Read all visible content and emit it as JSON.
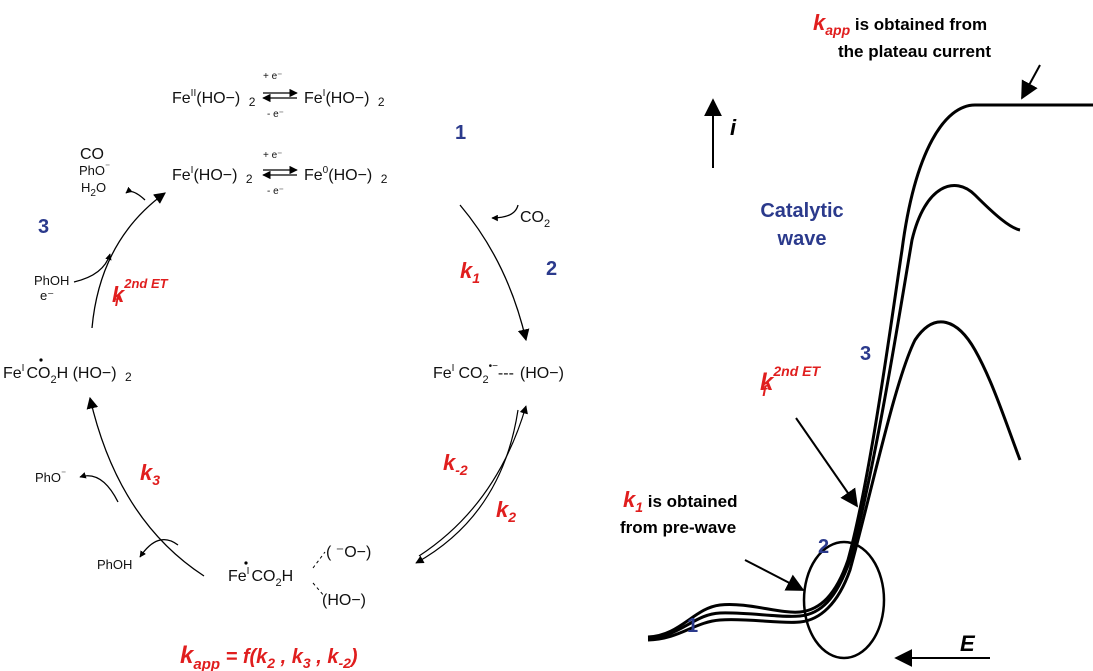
{
  "colors": {
    "label_number": "#2b3a8c",
    "rate_constant": "#e01e1e",
    "ink": "#000000"
  },
  "cycle": {
    "r1_fe2": "Fe",
    "r1_fe2_sup": "II",
    "r1_lig": "(HO−)",
    "r1_sub": "2",
    "r1_top": "+ e⁻",
    "r1_bot": "- e⁻",
    "r1_fe1": "Fe",
    "r1_fe1_sup": "I",
    "r1_lig2": "(HO−)",
    "r1_sub2": "2",
    "r2_fe1": "Fe",
    "r2_fe1_sup": "I",
    "r2_lig": "(HO−)",
    "r2_sub": "2",
    "r2_top": "+ e⁻",
    "r2_bot": "- e⁻",
    "r2_fe0": "Fe",
    "r2_fe0_sup": "0",
    "r2_lig2": "(HO−)",
    "r2_sub2": "2",
    "co2_in": "CO",
    "co2_in_sub": "2",
    "fe_co2": "Fe",
    "fe_co2_sup": "I",
    "fe_co2_co": "CO",
    "fe_co2_sub": "2",
    "fe_co2_charge": "•−",
    "fe_co2_dash": "---",
    "fe_co2_lig": "(HO−)",
    "fe_bottom": "Fe",
    "fe_bottom_sup": "I",
    "fe_bottom_co": "CO",
    "fe_bottom_sub": "2",
    "fe_bottom_h": "H",
    "fe_bottom_lig1": "( ⁻O−)",
    "fe_bottom_lig2": "(HO−)",
    "fe_left": "Fe",
    "fe_left_sup": "I",
    "fe_left_co": "CO",
    "fe_left_sub": "2",
    "fe_left_rest": "H (HO−)",
    "fe_left_sub2": "2",
    "phoh_in_bottom": "PhOH",
    "pho_out_left": "PhO",
    "pho_out_left_sup": "⁻",
    "phoh_in_top": "PhOH",
    "e_in_top": "e⁻",
    "prod_co": "CO",
    "prod_pho": "PhO",
    "prod_pho_sup": "⁻",
    "prod_h2o": "H",
    "prod_h2o_sub": "2",
    "prod_h2o_o": "O",
    "num1": "1",
    "num2": "2",
    "num3": "3",
    "k1": "k",
    "k1_sub": "1",
    "km2": "k",
    "km2_sub": "-2",
    "k2": "k",
    "k2_sub": "2",
    "k3": "k",
    "k3_sub": "3",
    "kf": "k",
    "kf_sup": "2nd ET",
    "kf_sub": "f",
    "kapp": "k",
    "kapp_sub": "app",
    "kapp_rest": " = f(k",
    "kapp_a": "2",
    "kapp_comma1": " , k",
    "kapp_b": "3",
    "kapp_comma2": " , k",
    "kapp_c": "-2",
    "kapp_end": ")"
  },
  "cv": {
    "i_label": "i",
    "e_label": "E",
    "catalytic_line1": "Catalytic",
    "catalytic_line2": "wave",
    "kapp_k": "k",
    "kapp_sub": "app",
    "kapp_line1_rest": " is obtained from",
    "kapp_line2": "the plateau current",
    "k1_k": "k",
    "k1_sub": "1",
    "k1_line1_rest": " is obtained",
    "k1_line2": "from pre-wave",
    "kf_k": "k",
    "kf_sup": "2nd ET",
    "kf_sub": "f",
    "num1": "1",
    "num2": "2",
    "num3": "3"
  }
}
